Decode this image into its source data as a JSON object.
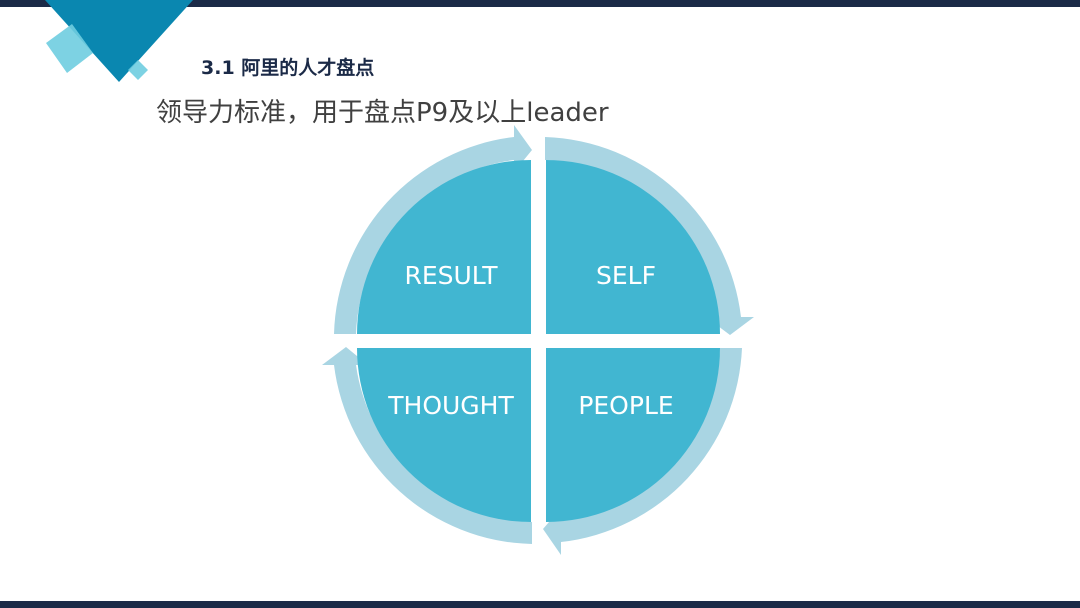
{
  "header": {
    "section_title": "3.1 阿里的人才盘点",
    "subtitle": "领导力标准，用于盘点P9及以上leader"
  },
  "diagram": {
    "quadrants": [
      {
        "id": "top-left",
        "label": "RESULT"
      },
      {
        "id": "top-right",
        "label": "SELF"
      },
      {
        "id": "bottom-right",
        "label": "PEOPLE"
      },
      {
        "id": "bottom-left",
        "label": "THOUGHT"
      }
    ]
  },
  "colors": {
    "navy": "#1b2a47",
    "quadrant_fill": "#41b6d1",
    "arrow_fill": "#a9d5e3",
    "logo_dark": "#0a87b0",
    "logo_light": "#6fcde0"
  }
}
